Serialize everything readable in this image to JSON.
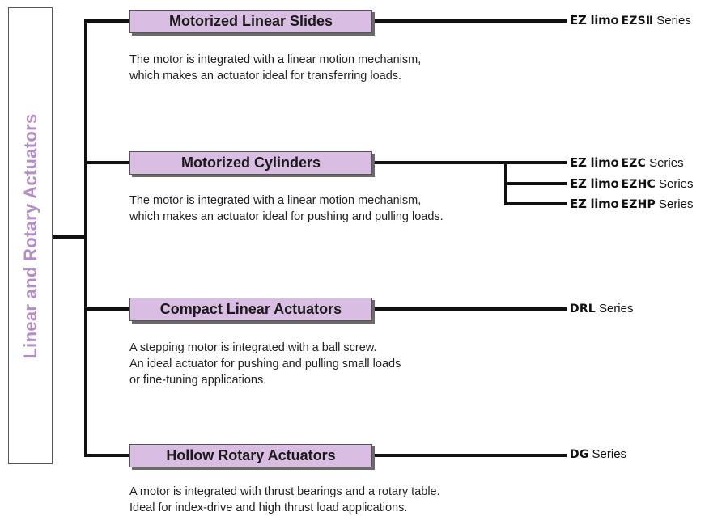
{
  "root": {
    "label": "Linear and Rotary Actuators"
  },
  "categories": [
    {
      "title": "Motorized Linear Slides",
      "description": [
        "The motor is integrated with a linear motion mechanism,",
        "which makes an actuator ideal for transferring loads."
      ],
      "series": [
        {
          "prefix": "EZ limo",
          "model": "EZSⅡ",
          "suffix": "Series"
        }
      ]
    },
    {
      "title": "Motorized Cylinders",
      "description": [
        "The motor is integrated with a linear motion mechanism,",
        "which makes an actuator ideal for pushing and pulling loads."
      ],
      "series": [
        {
          "prefix": "EZ limo",
          "model": "EZC",
          "suffix": "Series"
        },
        {
          "prefix": "EZ limo",
          "model": "EZHC",
          "suffix": "Series"
        },
        {
          "prefix": "EZ limo",
          "model": "EZHP",
          "suffix": "Series"
        }
      ]
    },
    {
      "title": "Compact Linear Actuators",
      "description": [
        "A stepping motor is integrated with a ball screw.",
        "An ideal actuator for pushing and pulling small loads",
        "or fine-tuning applications."
      ],
      "series": [
        {
          "prefix": "",
          "model": "DRL",
          "suffix": "Series"
        }
      ]
    },
    {
      "title": "Hollow Rotary Actuators",
      "description": [
        "A motor is integrated with thrust bearings and a rotary table.",
        "Ideal for index-drive and high thrust load applications."
      ],
      "series": [
        {
          "prefix": "",
          "model": "DG",
          "suffix": "Series"
        }
      ]
    }
  ],
  "colors": {
    "accent_fill": "#d9bde3",
    "root_text": "#b48cc6",
    "line": "#111111"
  }
}
